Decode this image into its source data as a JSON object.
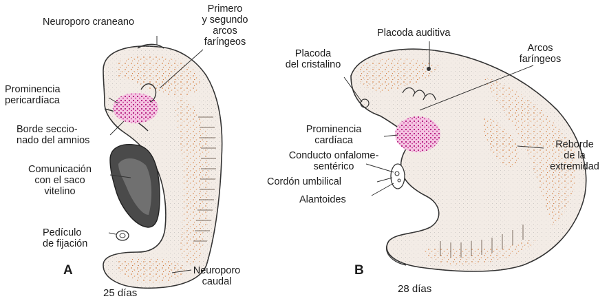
{
  "figure": {
    "panel_a": {
      "letter": "A",
      "age": "25 días",
      "labels": {
        "neuroporo_craneano": "Neuroporo craneano",
        "arcos_primero_segundo": "Primero\ny segundo\narcos\nfaríngeos",
        "prominencia_pericardiaca": "Prominencia\npericardíaca",
        "borde_amnios": "Borde seccio-\nnado del amnios",
        "comunicacion_saco": "Comunicación\ncon el saco\nvitelino",
        "pediculo_fijacion": "Pedículo\nde fijación",
        "neuroporo_caudal": "Neuroporo\ncaudal"
      }
    },
    "panel_b": {
      "letter": "B",
      "age": "28 días",
      "labels": {
        "placoda_auditiva": "Placoda auditiva",
        "placoda_cristalino": "Placoda\ndel cristalino",
        "arcos_faringeos": "Arcos\nfaríngeos",
        "prominencia_cardiaca": "Prominencia\ncardíaca",
        "conducto_onfalomesenterico": "Conducto onfalome-\nsentérico",
        "cordon_umbilical": "Cordón umbilical",
        "alantoides": "Alantoides",
        "reborde_extremidad": "Reborde\nde la\nextremidad"
      }
    },
    "colors": {
      "embryo_fill": "#f3ece6",
      "stipple": "#d47a3a",
      "heart": "#e0389c",
      "outline": "#333333"
    }
  }
}
